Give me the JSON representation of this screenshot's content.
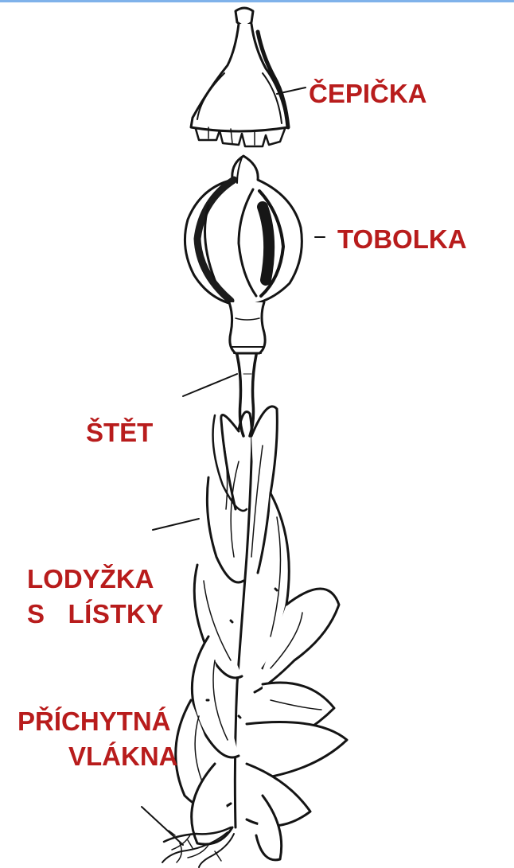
{
  "diagram": {
    "subject": "moss-plant",
    "colors": {
      "label": "#b81c1c",
      "ink": "#141414",
      "topbar": "#7fb2ea"
    },
    "labels": {
      "cepicka": "ČEPIČKA",
      "tobolka": "TOBOLKA",
      "stet": "ŠTĚT",
      "lodyzka_line1": "LODYŽKA",
      "lodyzka_line2": "S   LÍSTKY",
      "prichytna_line1": "PŘÍCHYTNÁ",
      "prichytna_line2": "VLÁKNA"
    }
  }
}
